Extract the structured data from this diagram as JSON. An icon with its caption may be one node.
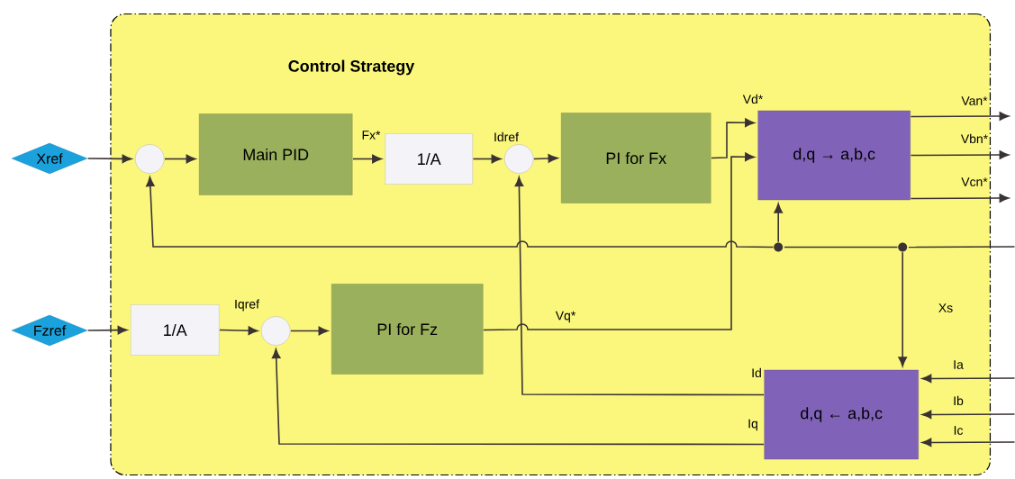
{
  "diagram": {
    "nodes": [
      {
        "text": [
          "Control Strategy"
        ]
      },
      {
        "text": [
          "Xref"
        ]
      },
      {
        "text": [],
        "shape": "circle",
        "in": 0
      },
      {
        "text": [
          "Main PID"
        ],
        "in": 0
      },
      {
        "text": [
          "1/A"
        ],
        "in": 0
      },
      {
        "text": [],
        "shape": "circle",
        "in": 0
      },
      {
        "text": [
          "PI for Fx"
        ],
        "in": 0
      },
      {
        "text": [
          "d,q → a,b,c"
        ],
        "in": 0
      },
      {
        "text": [
          "Fzref"
        ]
      },
      {
        "text": [
          "1/A"
        ],
        "in": 0
      },
      {
        "text": [],
        "shape": "circle",
        "in": 0
      },
      {
        "text": [
          "PI for Fz"
        ],
        "in": 0
      },
      {
        "text": [
          "d,q ← a,b,c"
        ],
        "in": 0
      },
      {
        "text": [],
        "shape": "dot",
        "in": 0
      },
      {
        "text": [],
        "shape": "dot",
        "in": 0
      }
    ],
    "edges": [
      {
        "from": 1,
        "to": 2,
        "arrow": "to"
      },
      {
        "from": 2,
        "to": 3,
        "arrow": "to"
      },
      {
        "from": 3,
        "to": 4,
        "arrow": "to",
        "label": "Fx*"
      },
      {
        "from": 4,
        "to": 5,
        "arrow": "to",
        "label": "Idref"
      },
      {
        "from": 5,
        "to": 6,
        "arrow": "to"
      },
      {
        "from": 6,
        "to": 7,
        "arrow": "to",
        "label": "Vd*"
      },
      {
        "from": 11,
        "to": 7,
        "arrow": "to",
        "label": "Vq*"
      },
      {
        "from": 7,
        "to": null,
        "arrow": "to",
        "label": "Van*"
      },
      {
        "from": 7,
        "to": null,
        "arrow": "to",
        "label": "Vbn*"
      },
      {
        "from": 7,
        "to": null,
        "arrow": "to",
        "label": "Vcn*"
      },
      {
        "from": null,
        "to": 14,
        "arrow": "none"
      },
      {
        "from": 14,
        "to": 13,
        "arrow": "none"
      },
      {
        "from": 13,
        "to": 7,
        "arrow": "to"
      },
      {
        "from": 13,
        "to": 2,
        "arrow": "to"
      },
      {
        "from": 14,
        "to": 12,
        "arrow": "to",
        "label": "Xs"
      },
      {
        "from": null,
        "to": 12,
        "arrow": "to",
        "label": "Ia"
      },
      {
        "from": null,
        "to": 12,
        "arrow": "to",
        "label": "Ib"
      },
      {
        "from": null,
        "to": 12,
        "arrow": "to",
        "label": "Ic"
      },
      {
        "from": 12,
        "to": 5,
        "arrow": "to",
        "label": "Id"
      },
      {
        "from": 12,
        "to": 10,
        "arrow": "to",
        "label": "Iq"
      },
      {
        "from": 8,
        "to": 9,
        "arrow": "to"
      },
      {
        "from": 9,
        "to": 10,
        "arrow": "to",
        "label": "Iqref"
      },
      {
        "from": 10,
        "to": 11,
        "arrow": "to"
      }
    ]
  }
}
